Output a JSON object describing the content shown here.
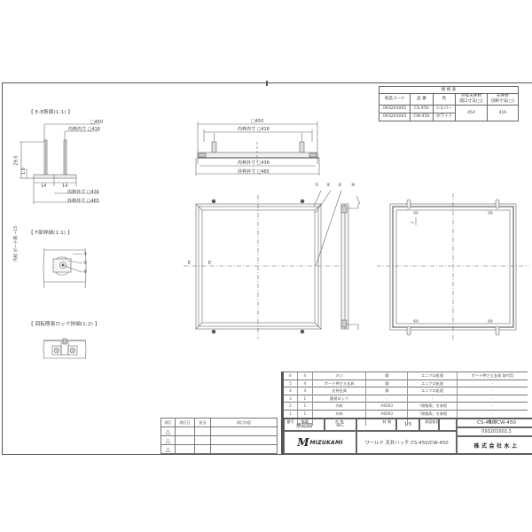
{
  "sections": {
    "ee_section": {
      "title": "【 E-E断面(1:1) 】",
      "dims": {
        "overall": "□450",
        "inner_frame_inside": "内枠内寸 □418",
        "height_total": "29.5",
        "height_lower": "1.8",
        "width_left": "14",
        "width_right": "14",
        "inner_frame_outside": "内枠外寸 □436",
        "outer_frame_outside": "外枠外寸 □465"
      }
    },
    "f_detail": {
      "title": "【 F部詳細(1:1) 】",
      "side_label": "内枠 ボード厚:~15",
      "callouts": [
        "②",
        "⑤",
        "⑥"
      ]
    },
    "lock_detail": {
      "title": "【 回転簡易ロック詳細(1:2) 】"
    },
    "top_view": {
      "dims": {
        "overall": "□450",
        "inner_frame_inside": "内枠内寸 □418",
        "inner_frame_outside": "内枠外寸 □436",
        "outer_frame_outside": "外枠外寸 □465"
      }
    },
    "front_view": {
      "callouts": [
        "①",
        "②",
        "③",
        "④"
      ],
      "section_marks": [
        "E",
        "E"
      ]
    },
    "back_view": {
      "section_mark": "F"
    }
  },
  "spec_table": {
    "caption": "規 格 表",
    "headers": [
      "商品コード",
      "品 番",
      "色",
      "外枠天井材\n開口寸法(□)",
      "天井材\n切断寸法(□)"
    ],
    "rows": [
      {
        "code": "093201002",
        "model": "CS-450",
        "color": "シルバー",
        "opening": "454",
        "cut": "416"
      },
      {
        "code": "093201003",
        "model": "CW-450",
        "color": "ホワイト"
      }
    ]
  },
  "parts_table": {
    "rows": [
      {
        "no": "6",
        "qty": "4",
        "name": "ネジ",
        "material": "鋼",
        "finish": "ユニクロ処理",
        "note": "ボード押さえ金具 取付用"
      },
      {
        "no": "5",
        "qty": "4",
        "name": "ボード押さえ金具",
        "material": "鋼",
        "finish": "ユニクロ処理",
        "note": "-"
      },
      {
        "no": "4",
        "qty": "4",
        "name": "支持金具",
        "material": "鋼",
        "finish": "ユニクロ処理",
        "note": "-"
      },
      {
        "no": "3",
        "qty": "1",
        "name": "簡易ロック",
        "material": "-",
        "finish": "-",
        "note": "-"
      },
      {
        "no": "2",
        "qty": "1",
        "name": "内枠",
        "material": "A6063",
        "finish": "「規格表」を参照",
        "note": "-"
      },
      {
        "no": "1",
        "qty": "1",
        "name": "外枠",
        "material": "A6063",
        "finish": "「規格表」を参照",
        "note": "-"
      }
    ],
    "headers": [
      "番号",
      "数量",
      "名 称",
      "材 質",
      "表面処理",
      "備 考"
    ]
  },
  "revision_table": {
    "headers": [
      "改訂",
      "改訂日",
      "担当",
      "改訂内容"
    ],
    "rows": [
      {
        "mark": "△"
      },
      {
        "mark": "△"
      },
      {
        "mark": "△"
      }
    ]
  },
  "title_block": {
    "drawing_type": "承認図",
    "projection_symbol": "⊕⊏",
    "scale_label": "尺度",
    "scale": "1:5",
    "model": "CS-450/CW-450",
    "drawing_number": "093201002.3",
    "logo_mark": "M",
    "logo_text": "MIZUKAMI",
    "product_name": "ワールド 天井ハッチ CS-450/CW-450",
    "company": "株式会社水上"
  }
}
